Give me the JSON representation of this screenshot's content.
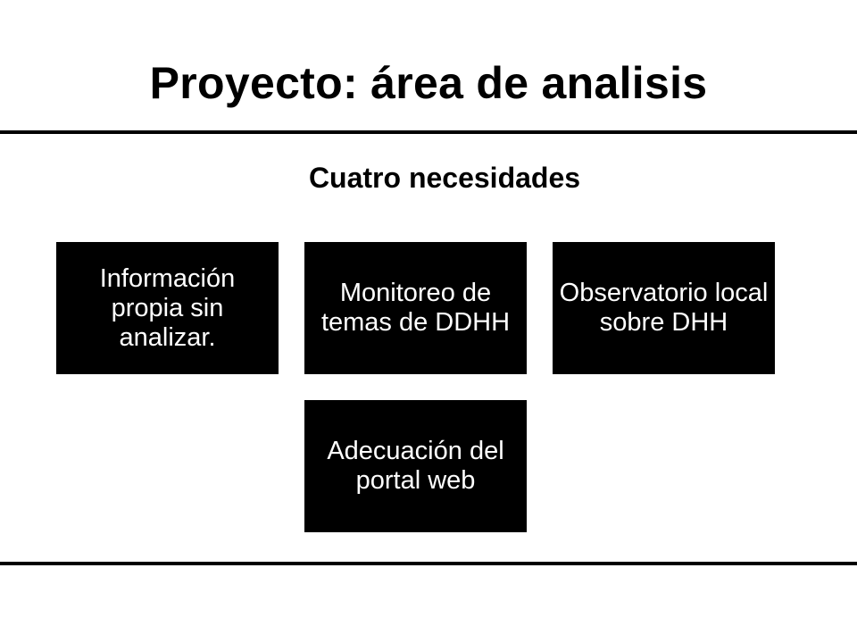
{
  "slide": {
    "title": "Proyecto: área de analisis",
    "subtitle": "Cuatro necesidades"
  },
  "needs": [
    {
      "label": "Información propia sin analizar."
    },
    {
      "label": "Monitoreo de temas de DDHH"
    },
    {
      "label": "Observatorio local sobre DHH"
    },
    {
      "label": "Adecuación del portal web"
    }
  ],
  "colors": {
    "background": "#ffffff",
    "box_fill": "#000000",
    "box_text": "#ffffff",
    "rule": "#000000"
  }
}
